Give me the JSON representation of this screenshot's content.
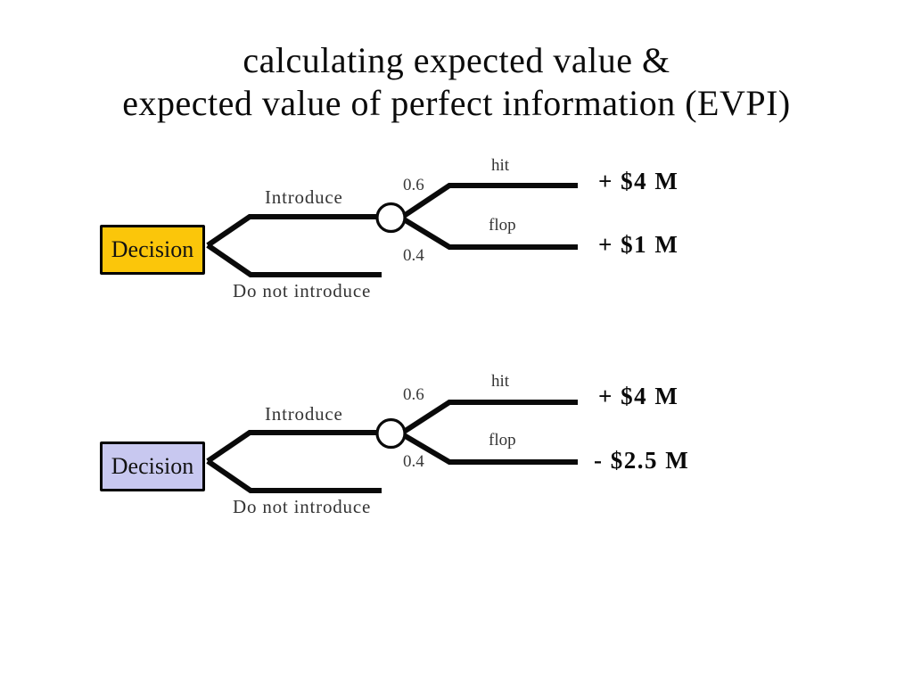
{
  "title": {
    "line1": "calculating expected value &",
    "line2": "expected value of perfect information (EVPI)"
  },
  "colors": {
    "line": "#0a0a0a",
    "decision_box_top": "#FBC60A",
    "decision_box_bottom": "#C8C8F0"
  },
  "trees": [
    {
      "decision_label": "Decision",
      "box_color": "#FBC60A",
      "branches": {
        "introduce": "Introduce",
        "do_not_introduce": "Do not introduce"
      },
      "chance": {
        "hit": {
          "probability": "0.6",
          "label": "hit",
          "payoff": "+ $4 M"
        },
        "flop": {
          "probability": "0.4",
          "label": "flop",
          "payoff": "+ $1 M"
        }
      }
    },
    {
      "decision_label": "Decision",
      "box_color": "#C8C8F0",
      "branches": {
        "introduce": "Introduce",
        "do_not_introduce": "Do not introduce"
      },
      "chance": {
        "hit": {
          "probability": "0.6",
          "label": "hit",
          "payoff": "+ $4 M"
        },
        "flop": {
          "probability": "0.4",
          "label": "flop",
          "payoff": "- $2.5 M"
        }
      }
    }
  ]
}
